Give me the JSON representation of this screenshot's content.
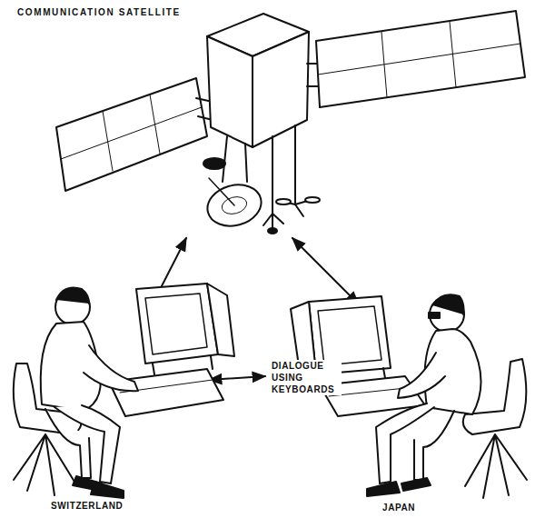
{
  "diagram": {
    "labels": [
      "COMMUNICATION SATELLITE",
      "DIALOGUE USING KEYBOARDS",
      "SWITZERLAND",
      "JAPAN"
    ]
  }
}
